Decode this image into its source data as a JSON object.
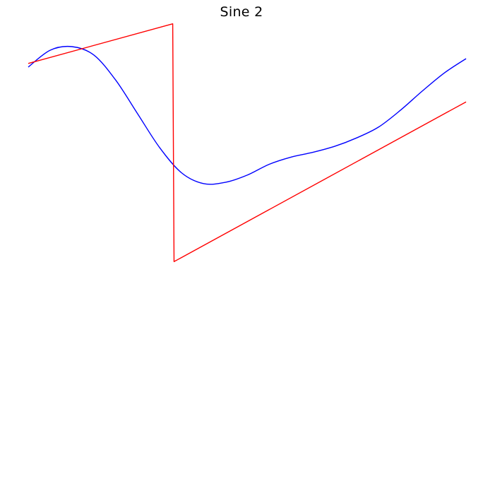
{
  "chart_data": {
    "type": "line",
    "title": "Sine 2",
    "xlabel": "",
    "ylabel": "",
    "axes_visible": false,
    "grid": false,
    "legend": "none",
    "xlim": [
      0,
      1
    ],
    "ylim": [
      -1,
      1
    ],
    "series": [
      {
        "color": "#0000ff",
        "x": [
          0,
          0.05,
          0.1,
          0.15,
          0.2,
          0.25,
          0.3,
          0.35,
          0.4,
          0.45,
          0.5,
          0.55,
          0.6,
          0.65,
          0.7,
          0.75,
          0.8,
          0.85,
          0.9,
          0.95,
          1
        ],
        "y": [
          0.63,
          0.77,
          0.8,
          0.73,
          0.52,
          0.24,
          -0.04,
          -0.25,
          -0.34,
          -0.33,
          -0.27,
          -0.18,
          -0.12,
          -0.08,
          -0.03,
          0.04,
          0.13,
          0.27,
          0.43,
          0.58,
          0.7
        ]
      },
      {
        "color": "#ff0000",
        "x": [
          0,
          0.33,
          0.333,
          1
        ],
        "y": [
          0.66,
          0.99,
          -0.99,
          0.34
        ]
      }
    ]
  }
}
